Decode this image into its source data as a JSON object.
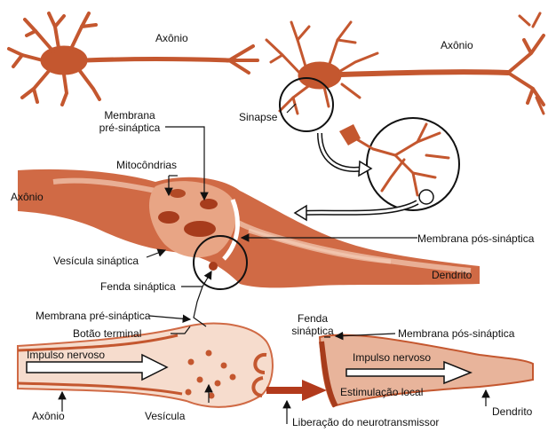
{
  "labels": {
    "axonio_top_left": "Axônio",
    "axonio_top_right": "Axônio",
    "sinapse": "Sinapse",
    "membrana_pre_line1": "Membrana",
    "membrana_pre_line2": "pré-sináptica",
    "mitocondrias": "Mitocôndrias",
    "axonio_mid": "Axônio",
    "membrana_pos_mid": "Membrana pós-sináptica",
    "vesicula_sinaptica": "Vesícula sináptica",
    "dendrito_mid": "Dendrito",
    "fenda_sinaptica_mid": "Fenda sináptica",
    "membrana_pre_bottom": "Membrana pré-sináptica",
    "botao_terminal": "Botão terminal",
    "fenda_line1": "Fenda",
    "fenda_line2": "sináptica",
    "membrana_pos_bottom": "Membrana pós-sináptica",
    "impulso_left": "Impulso nervoso",
    "impulso_right": "Impulso nervoso",
    "estimulacao": "Estimulação local",
    "axonio_bottom": "Axônio",
    "vesicula": "Vesícula",
    "liberacao": "Liberação do neurotransmissor",
    "dendrito_bottom": "Dendrito"
  },
  "colors": {
    "tissue": "#c4572f",
    "tissue_light": "#e8b49b",
    "tissue_pale": "#f6dccd",
    "dark": "#8a2a12",
    "line": "#111111"
  }
}
